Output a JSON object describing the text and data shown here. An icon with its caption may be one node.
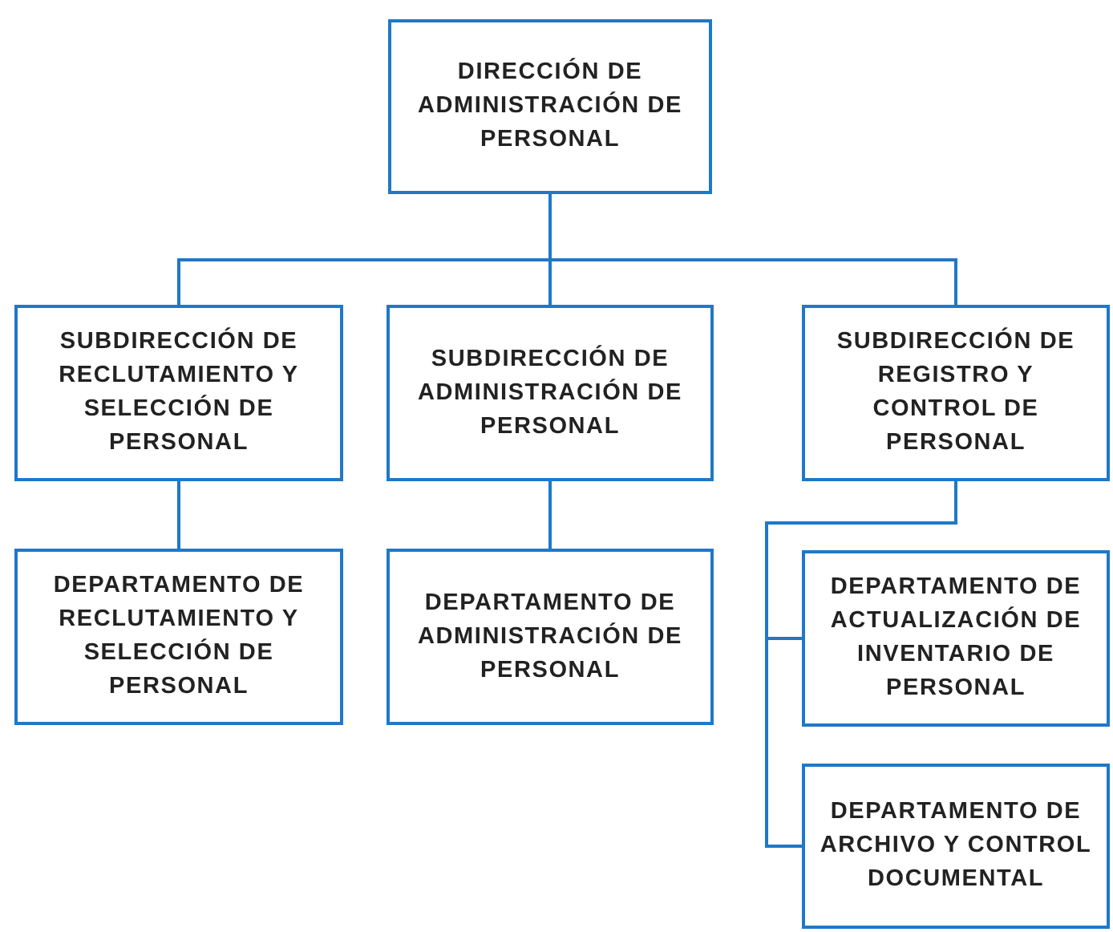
{
  "diagram": {
    "nodes": [
      {
        "text": [
          "DIRECCIÓN DE ADMINISTRACIÓN DE PERSONAL"
        ]
      },
      {
        "text": [
          "SUBDIRECCIÓN DE RECLUTAMIENTO Y SELECCIÓN DE PERSONAL"
        ]
      },
      {
        "text": [
          "SUBDIRECCIÓN DE ADMINISTRACIÓN DE PERSONAL"
        ]
      },
      {
        "text": [
          "SUBDIRECCIÓN DE REGISTRO Y CONTROL DE PERSONAL"
        ]
      },
      {
        "text": [
          "DEPARTAMENTO DE RECLUTAMIENTO Y SELECCIÓN DE PERSONAL"
        ]
      },
      {
        "text": [
          "DEPARTAMENTO DE ADMINISTRACIÓN DE PERSONAL"
        ]
      },
      {
        "text": [
          "DEPARTAMENTO DE ACTUALIZACIÓN DE INVENTARIO DE PERSONAL"
        ]
      },
      {
        "text": [
          "DEPARTAMENTO DE ARCHIVO Y CONTROL DOCUMENTAL"
        ]
      }
    ],
    "edges": [
      {
        "from": 0,
        "to": 1,
        "arrow": "none"
      },
      {
        "from": 0,
        "to": 2,
        "arrow": "none"
      },
      {
        "from": 0,
        "to": 3,
        "arrow": "none"
      },
      {
        "from": 1,
        "to": 4,
        "arrow": "none"
      },
      {
        "from": 2,
        "to": 5,
        "arrow": "none"
      },
      {
        "from": 3,
        "to": 6,
        "arrow": "none"
      },
      {
        "from": 3,
        "to": 7,
        "arrow": "none"
      }
    ]
  }
}
